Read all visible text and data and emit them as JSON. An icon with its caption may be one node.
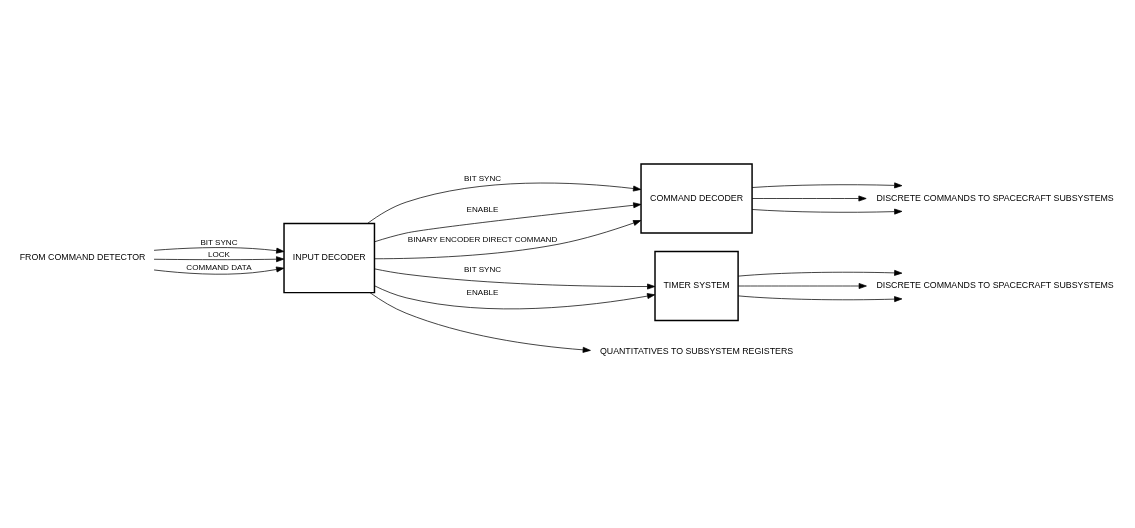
{
  "diagram": {
    "nodes": [
      {
        "text": [
          "FROM COMMAND DETECTOR"
        ]
      },
      {
        "text": [
          "INPUT DECODER"
        ]
      },
      {
        "text": [
          "COMMAND DECODER"
        ]
      },
      {
        "text": [
          "TIMER SYSTEM"
        ]
      },
      {
        "text": [
          "QUANTITATIVES TO SUBSYSTEM REGISTERS"
        ]
      },
      {
        "text": [
          "DISCRETE COMMANDS TO SPACECRAFT SUBSYSTEMS"
        ]
      },
      {
        "text": [
          "DISCRETE COMMANDS TO SPACECRAFT SUBSYSTEMS"
        ]
      }
    ],
    "edges": [
      {
        "from": 0,
        "to": 1,
        "arrow": "to",
        "label": "BIT SYNC"
      },
      {
        "from": 0,
        "to": 1,
        "arrow": "to",
        "label": "LOCK"
      },
      {
        "from": 0,
        "to": 1,
        "arrow": "to",
        "label": "COMMAND DATA"
      },
      {
        "from": 1,
        "to": 4,
        "arrow": "to"
      },
      {
        "from": 1,
        "to": 2,
        "arrow": "to",
        "label": "BIT SYNC"
      },
      {
        "from": 1,
        "to": 2,
        "arrow": "to",
        "label": "ENABLE"
      },
      {
        "from": 1,
        "to": 2,
        "arrow": "to",
        "label": "BINARY ENCODER DIRECT COMMAND"
      },
      {
        "from": 2,
        "to": 5,
        "arrow": "to"
      },
      {
        "from": 2,
        "to": 5,
        "arrow": "to"
      },
      {
        "from": 2,
        "to": 5,
        "arrow": "to"
      },
      {
        "from": 1,
        "to": 3,
        "arrow": "to",
        "label": "BIT SYNC"
      },
      {
        "from": 1,
        "to": 3,
        "arrow": "to",
        "label": "ENABLE"
      },
      {
        "from": 3,
        "to": 6,
        "arrow": "to"
      },
      {
        "from": 3,
        "to": 6,
        "arrow": "to"
      },
      {
        "from": 3,
        "to": 6,
        "arrow": "to"
      }
    ]
  }
}
